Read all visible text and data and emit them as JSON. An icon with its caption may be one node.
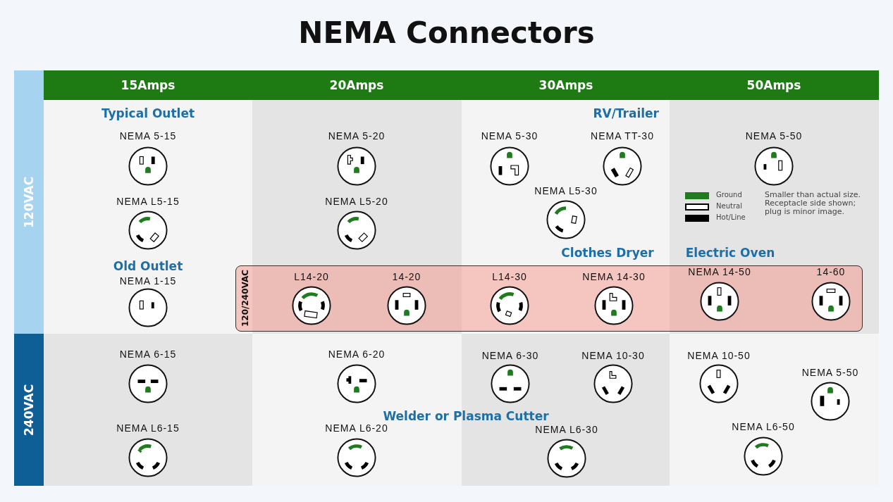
{
  "diagram": {
    "title": "NEMA Connectors",
    "nodes": [
      {
        "text": [
          "120VAC"
        ]
      },
      {
        "text": [
          "NEMA 5-15"
        ]
      },
      {
        "text": [
          "NEMA 5-20"
        ]
      },
      {
        "text": [
          "NEMA 5-30"
        ]
      },
      {
        "text": [
          "NEMA TT-30"
        ]
      },
      {
        "text": [
          "NEMA 5-50"
        ]
      },
      {
        "text": [
          "NEMA L5-15"
        ]
      },
      {
        "text": [
          "NEMA L5-20"
        ]
      },
      {
        "text": [
          "NEMA L5-30"
        ]
      },
      {
        "text": [
          "NEMA 1-15"
        ]
      },
      {
        "text": [
          "120/240VAC"
        ]
      },
      {
        "text": [
          "L14-20"
        ],
        "in": 10
      },
      {
        "text": [
          "14-20"
        ],
        "in": 10
      },
      {
        "text": [
          "L14-30"
        ],
        "in": 10
      },
      {
        "text": [
          "NEMA 14-30"
        ],
        "in": 10
      },
      {
        "text": [
          "NEMA 14-50"
        ],
        "in": 10
      },
      {
        "text": [
          "14-60"
        ],
        "in": 10
      },
      {
        "text": [
          "240VAC"
        ]
      },
      {
        "text": [
          "NEMA 6-15"
        ]
      },
      {
        "text": [
          "NEMA 6-20"
        ]
      },
      {
        "text": [
          "NEMA 6-30"
        ]
      },
      {
        "text": [
          "NEMA 10-30"
        ]
      },
      {
        "text": [
          "NEMA 10-50"
        ]
      },
      {
        "text": [
          "NEMA 5-50"
        ]
      },
      {
        "text": [
          "NEMA L6-15"
        ]
      },
      {
        "text": [
          "NEMA L6-20"
        ]
      },
      {
        "text": [
          "NEMA L6-30"
        ]
      },
      {
        "text": [
          "NEMA L6-50"
        ]
      }
    ],
    "labels": [
      "15Amps",
      "20Amps",
      "30Amps",
      "50Amps",
      "Typical Outlet",
      "RV/Trailer",
      "Smaller than actual size. Receptacle side shown; plug is minor image.",
      "Clothes Dryer",
      "Electric Oven",
      "Old Outlet",
      "Welder or Plasma Cutter"
    ],
    "legend": [
      {
        "text": "Ground",
        "color": "#1e7b1e"
      },
      {
        "text": "Neutral",
        "color": "#ffffff"
      },
      {
        "text": "Hot/Line",
        "color": "#000000"
      }
    ]
  }
}
